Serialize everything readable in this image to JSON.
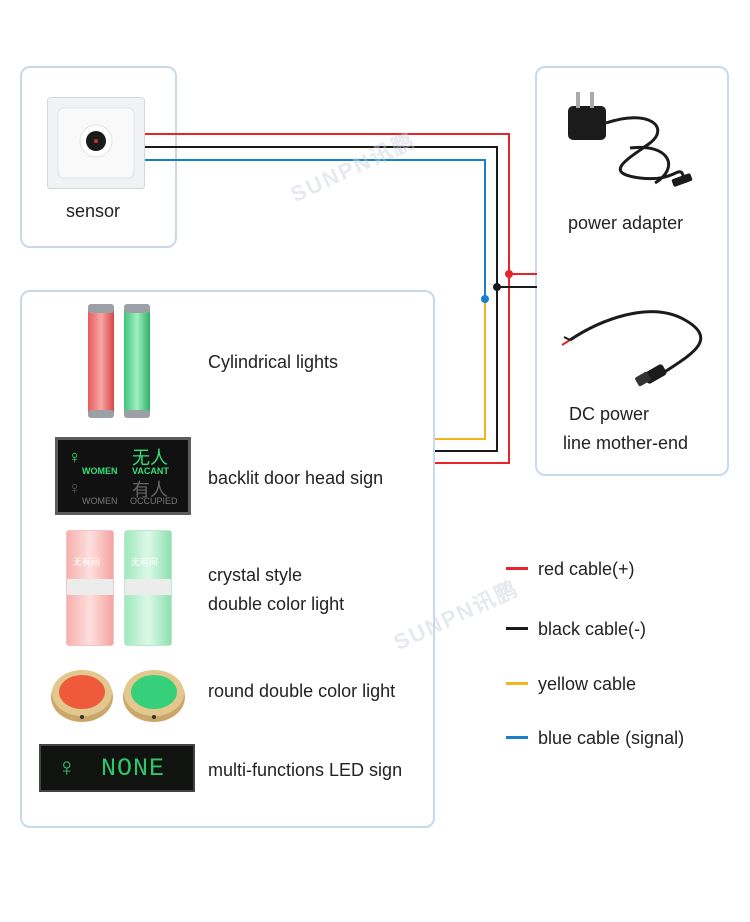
{
  "sensor": {
    "label": "sensor"
  },
  "adapter": {
    "power_label": "power adapter",
    "dc_label_1": "DC power",
    "dc_label_2": "line mother-end"
  },
  "lights": {
    "cylindrical": "Cylindrical lights",
    "backlit": "backlit door head sign",
    "crystal_1": "crystal style",
    "crystal_2": "double color light",
    "round": "round double color light",
    "led": "multi-functions LED sign"
  },
  "door_sign": {
    "women": "WOMEN",
    "vacant": "VACANT",
    "occupied": "OCCUPIED",
    "vacant_cn": "无人",
    "occupied_cn": "有人"
  },
  "led_sign": {
    "text": "NONE"
  },
  "crystal_text": "无有间",
  "watermark": "SUNPN讯鹏",
  "legend": [
    {
      "color": "#e8232a",
      "label": "red cable(+)"
    },
    {
      "color": "#1a1a1a",
      "label": "black cable(-)"
    },
    {
      "color": "#f2b51c",
      "label": "yellow cable"
    },
    {
      "color": "#1a7fc8",
      "label": "blue cable (signal)"
    }
  ],
  "colors": {
    "red": "#e8232a",
    "black": "#1a1a1a",
    "yellow": "#f2b51c",
    "blue": "#1a7fc8",
    "border": "#c9d9ec"
  }
}
